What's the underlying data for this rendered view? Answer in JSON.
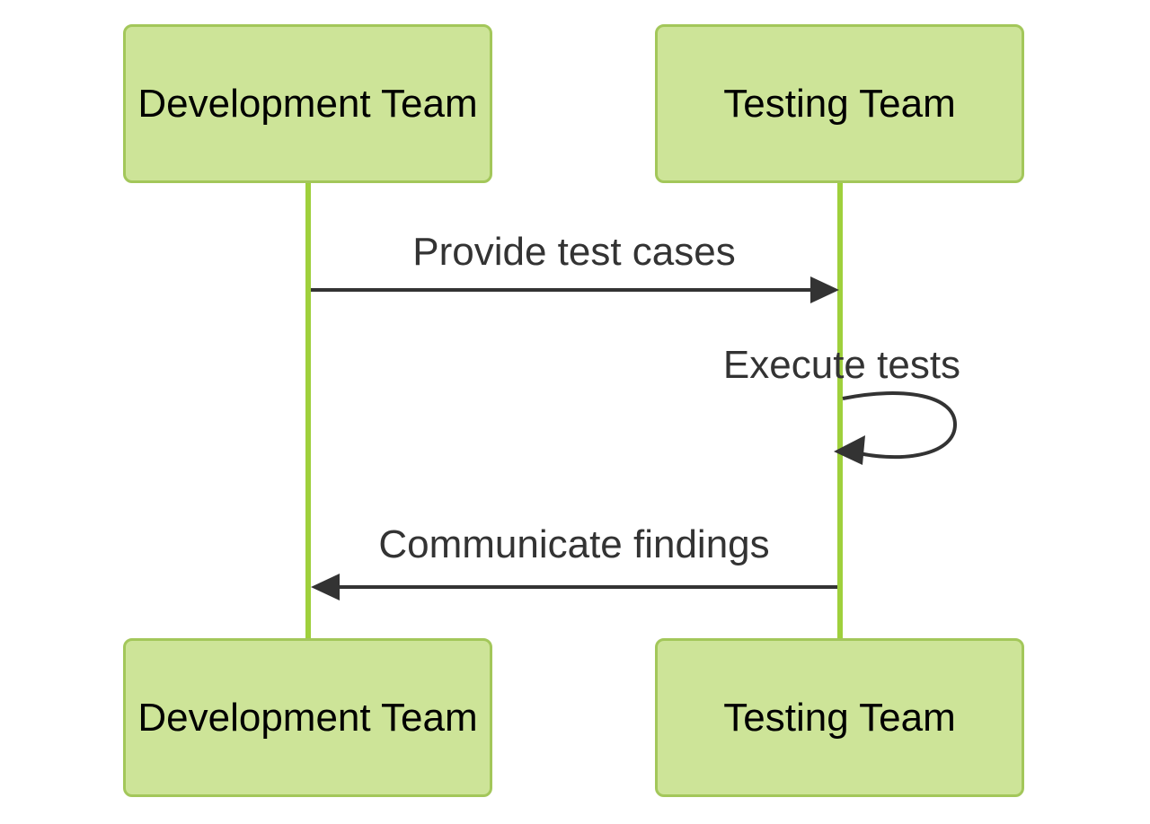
{
  "diagram": {
    "type": "sequence-diagram",
    "actors": [
      {
        "label": "Development Team"
      },
      {
        "label": "Testing Team"
      }
    ],
    "messages": [
      {
        "label": "Provide test cases",
        "from": "Development Team",
        "to": "Testing Team",
        "style": "solid-arrow-right"
      },
      {
        "label": "Execute tests",
        "from": "Testing Team",
        "to": "Testing Team",
        "style": "self-loop"
      },
      {
        "label": "Communicate findings",
        "from": "Testing Team",
        "to": "Development Team",
        "style": "solid-arrow-left"
      }
    ],
    "colors": {
      "background": "#ffffff",
      "actor_fill": "#cde498",
      "actor_border": "#a3c75a",
      "actor_text": "#000000",
      "lifeline": "#9fd03c",
      "message": "#333333"
    }
  }
}
